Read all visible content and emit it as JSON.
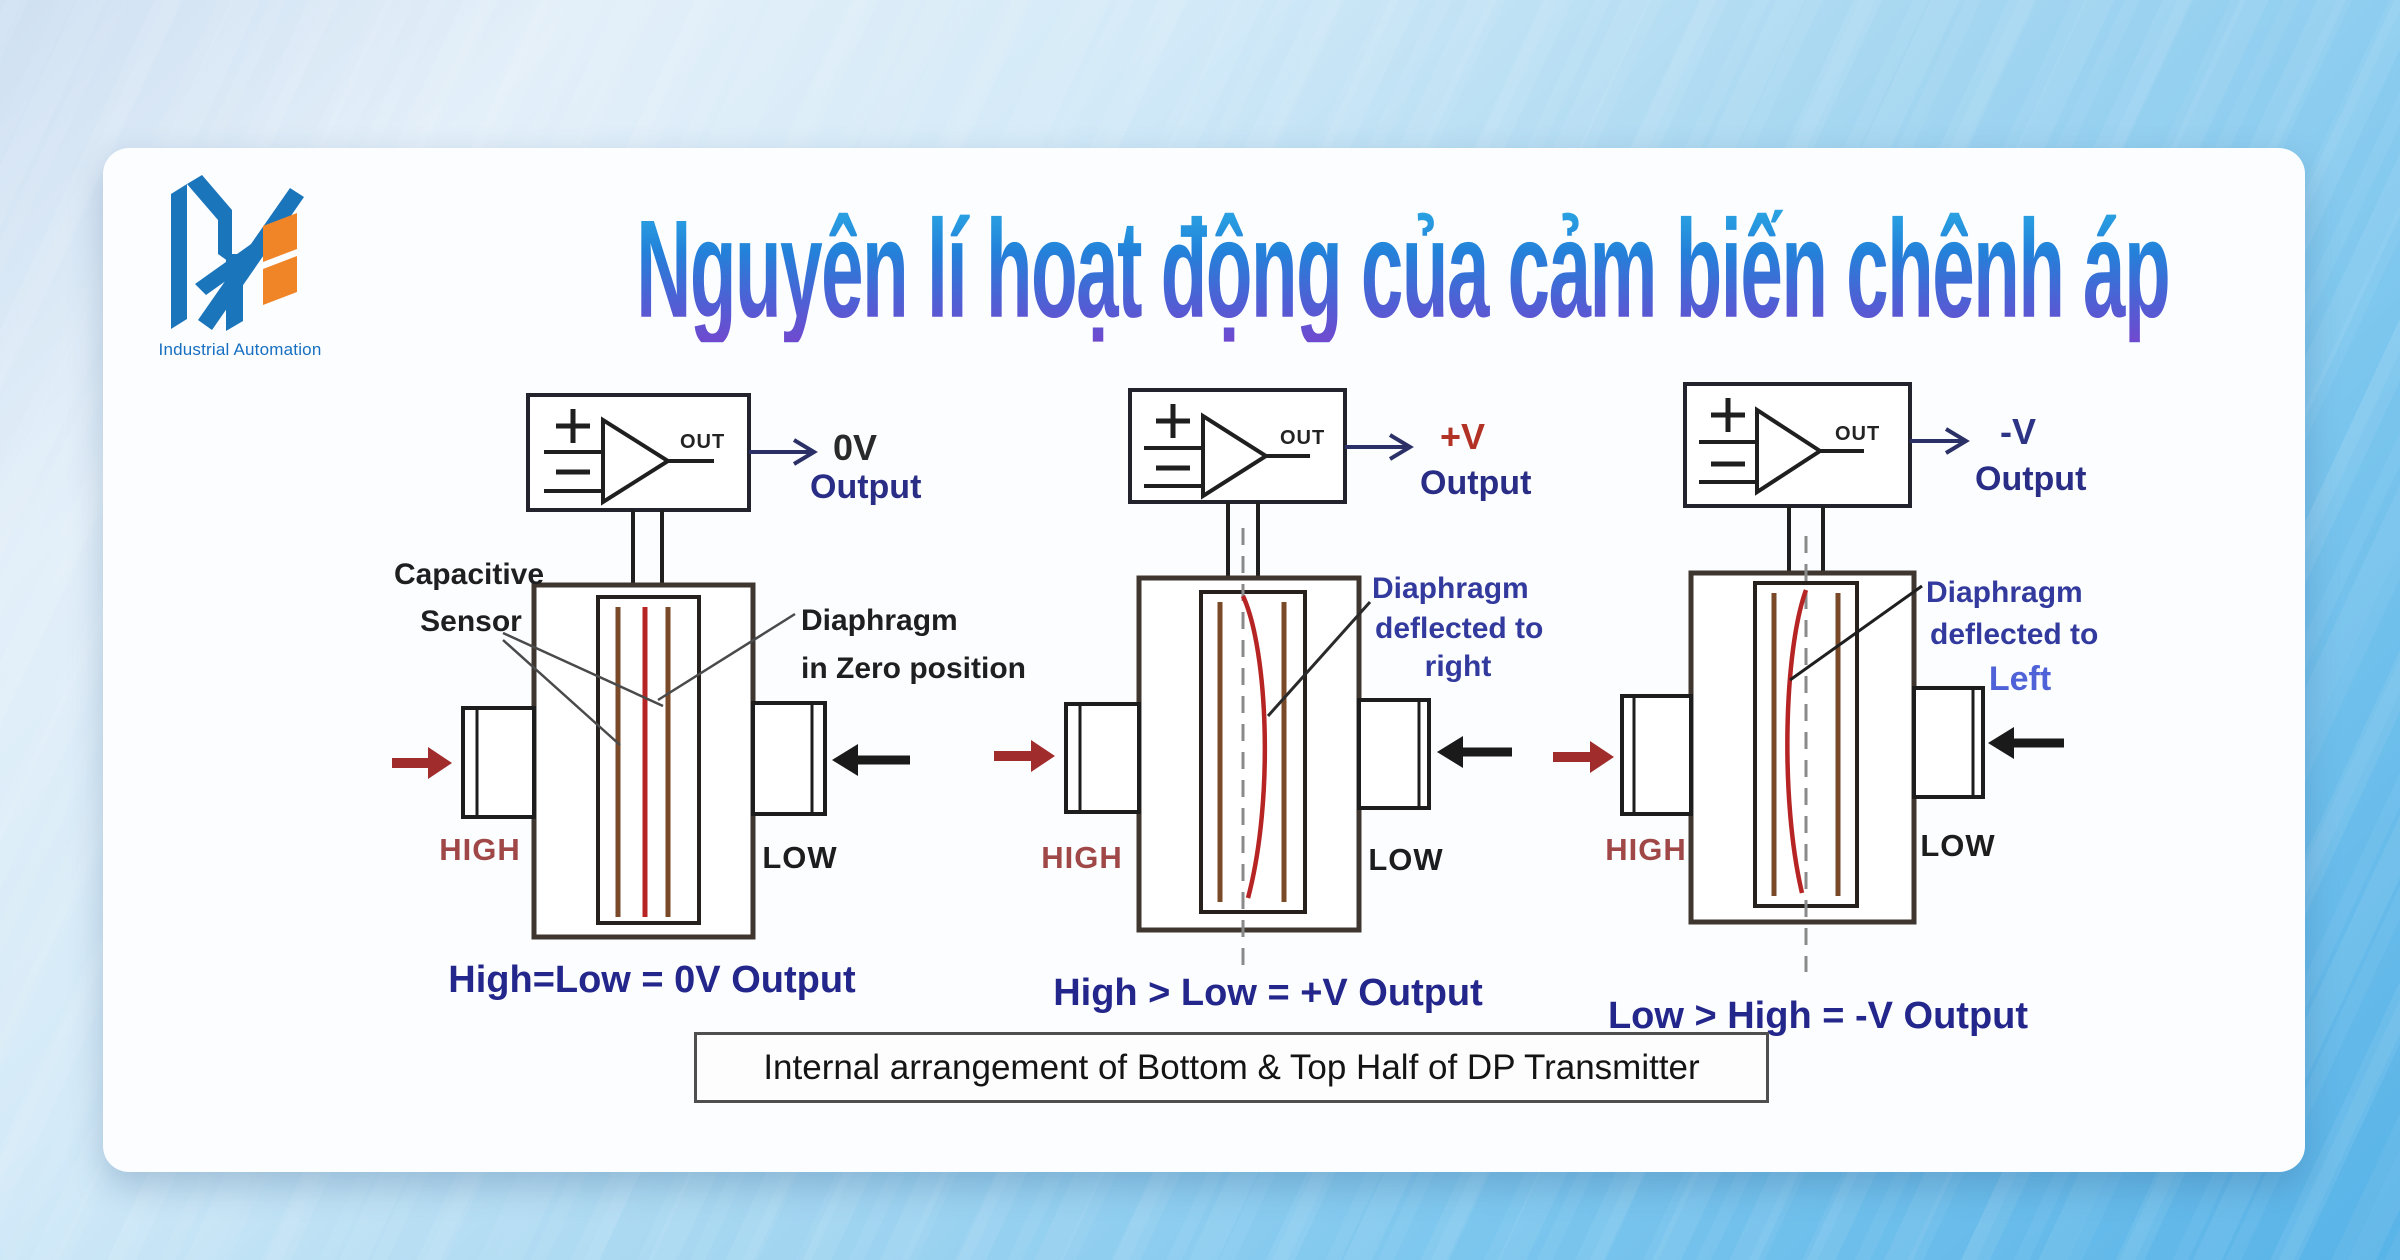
{
  "logo": {
    "brand_caption": "Industrial Automation",
    "colors": {
      "blue": "#1b75bb",
      "orange": "#f08527",
      "caption_blue": "#176fc1"
    }
  },
  "title": {
    "text": "Nguyên lí hoạt động của cảm biến chênh áp",
    "gradient_top": "#2cb0e6",
    "gradient_bottom": "#7049cf"
  },
  "diagrams": [
    {
      "amp_out": "OUT",
      "output_value": "0V",
      "output_word": "Output",
      "sensor_label": [
        "Capacitive",
        "Sensor"
      ],
      "note_lines": [
        "Diaphragm",
        "in Zero position"
      ],
      "high": "HIGH",
      "low": "LOW",
      "caption": "High=Low = 0V Output"
    },
    {
      "amp_out": "OUT",
      "output_value": "+V",
      "output_word": "Output",
      "note_lines": [
        "Diaphragm",
        "deflected to",
        "right"
      ],
      "high": "HIGH",
      "low": "LOW",
      "caption": "High > Low = +V Output"
    },
    {
      "amp_out": "OUT",
      "output_value": "-V",
      "output_word": "Output",
      "note_lines": [
        "Diaphragm",
        "deflected to",
        "Left"
      ],
      "high": "HIGH",
      "low": "LOW",
      "caption": "Low > High = -V Output"
    }
  ],
  "footer_box": {
    "text": "Internal arrangement of Bottom & Top Half of DP Transmitter"
  },
  "colors": {
    "background_top_left": "#cfe0f2",
    "background_bottom_right": "#58b3e7",
    "card": "#fcfdff",
    "caption_navy": "#23268b",
    "high_red": "#a04848",
    "arrow_red": "#a02c2c",
    "arrow_black": "#1a1a1a",
    "plate_brown": "#7a4a28",
    "diaphragm_red": "#b62424",
    "value_plus_red": "#b23326",
    "value_minus_navy": "#2d3486",
    "note_navy": "#333a9e",
    "note_left_blue": "#4f62d8"
  }
}
